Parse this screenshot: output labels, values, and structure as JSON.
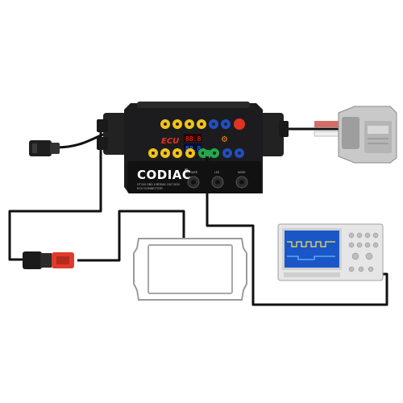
{
  "breakout_box": {
    "brand": "CODIAC",
    "registered_mark": "®",
    "ecu_label": "ECU",
    "led_readout_a": "88.8",
    "led_readout_b": "88.8",
    "subtitle_line1": "GT100 OBD II BREAK OUT BOX",
    "subtitle_line2": "ECU CONNECTOR",
    "knob_labels": [
      "POWER",
      "LED",
      "MODE"
    ],
    "colors": {
      "body": "#1c1c1e",
      "jack_yellow": "#f2c318",
      "jack_blue": "#1f4fc4",
      "jack_green": "#23a84a",
      "jack_red": "#e23222",
      "led_red": "#ff3322",
      "led_blue": "#3b78ff"
    }
  },
  "oscilloscope": {
    "colors": {
      "screen": "#1a56c8",
      "trace": "#ffe24a",
      "housing": "#e6e6e6"
    }
  },
  "devices": [
    "obd2-adapter",
    "diagnostic-tablet",
    "ecu-module",
    "oscilloscope"
  ],
  "cable_colors": {
    "main": "#111111",
    "red_connector": "#e03a2c"
  }
}
